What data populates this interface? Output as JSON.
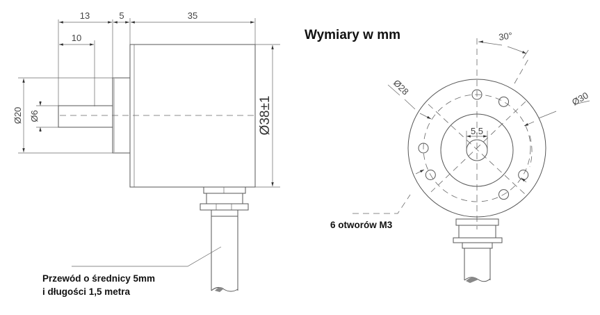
{
  "title": "Wymiary w mm",
  "side_view": {
    "dim_13": "13",
    "dim_5": "5",
    "dim_35": "35",
    "dim_10": "10",
    "dim_d20": "Ø20",
    "dim_d6": "Ø6",
    "dim_d38": "Ø38±1",
    "cable_note_line1": "Przewód o średnicy 5mm",
    "cable_note_line2": "i długości 1,5 metra"
  },
  "front_view": {
    "angle": "30°",
    "dim_d28": "Ø28",
    "dim_d30": "Ø30",
    "dim_shaft": "5.5",
    "holes_note": "6 otworów M3"
  }
}
